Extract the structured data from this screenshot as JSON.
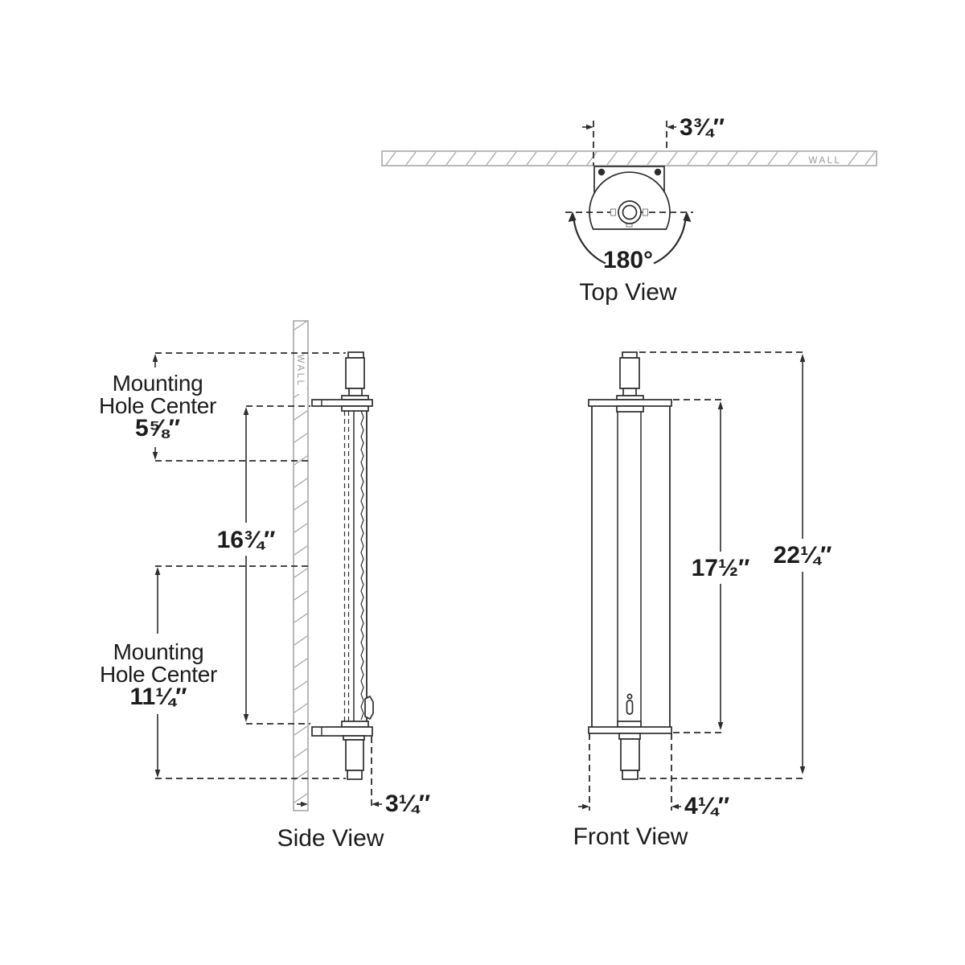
{
  "top_view": {
    "caption": "Top View",
    "wall_label": "WALL",
    "backplate_width": "3¾″",
    "rotation_range": "180°"
  },
  "side_view": {
    "caption": "Side View",
    "wall_label": "WALL",
    "upper_hole": {
      "line1": "Mounting",
      "line2": "Hole Center",
      "value": "5⅝″"
    },
    "hole_spacing": "16¾″",
    "lower_hole": {
      "line1": "Mounting",
      "line2": "Hole Center",
      "value": "11¼″"
    },
    "projection": "3¼″"
  },
  "front_view": {
    "caption": "Front View",
    "glass_length": "17½″",
    "overall_height": "22¼″",
    "backplate_width": "4¼″"
  },
  "colors": {
    "line": "#2d2d2d",
    "wall": "#999999",
    "text": "#1c1c1c",
    "background": "#ffffff"
  }
}
